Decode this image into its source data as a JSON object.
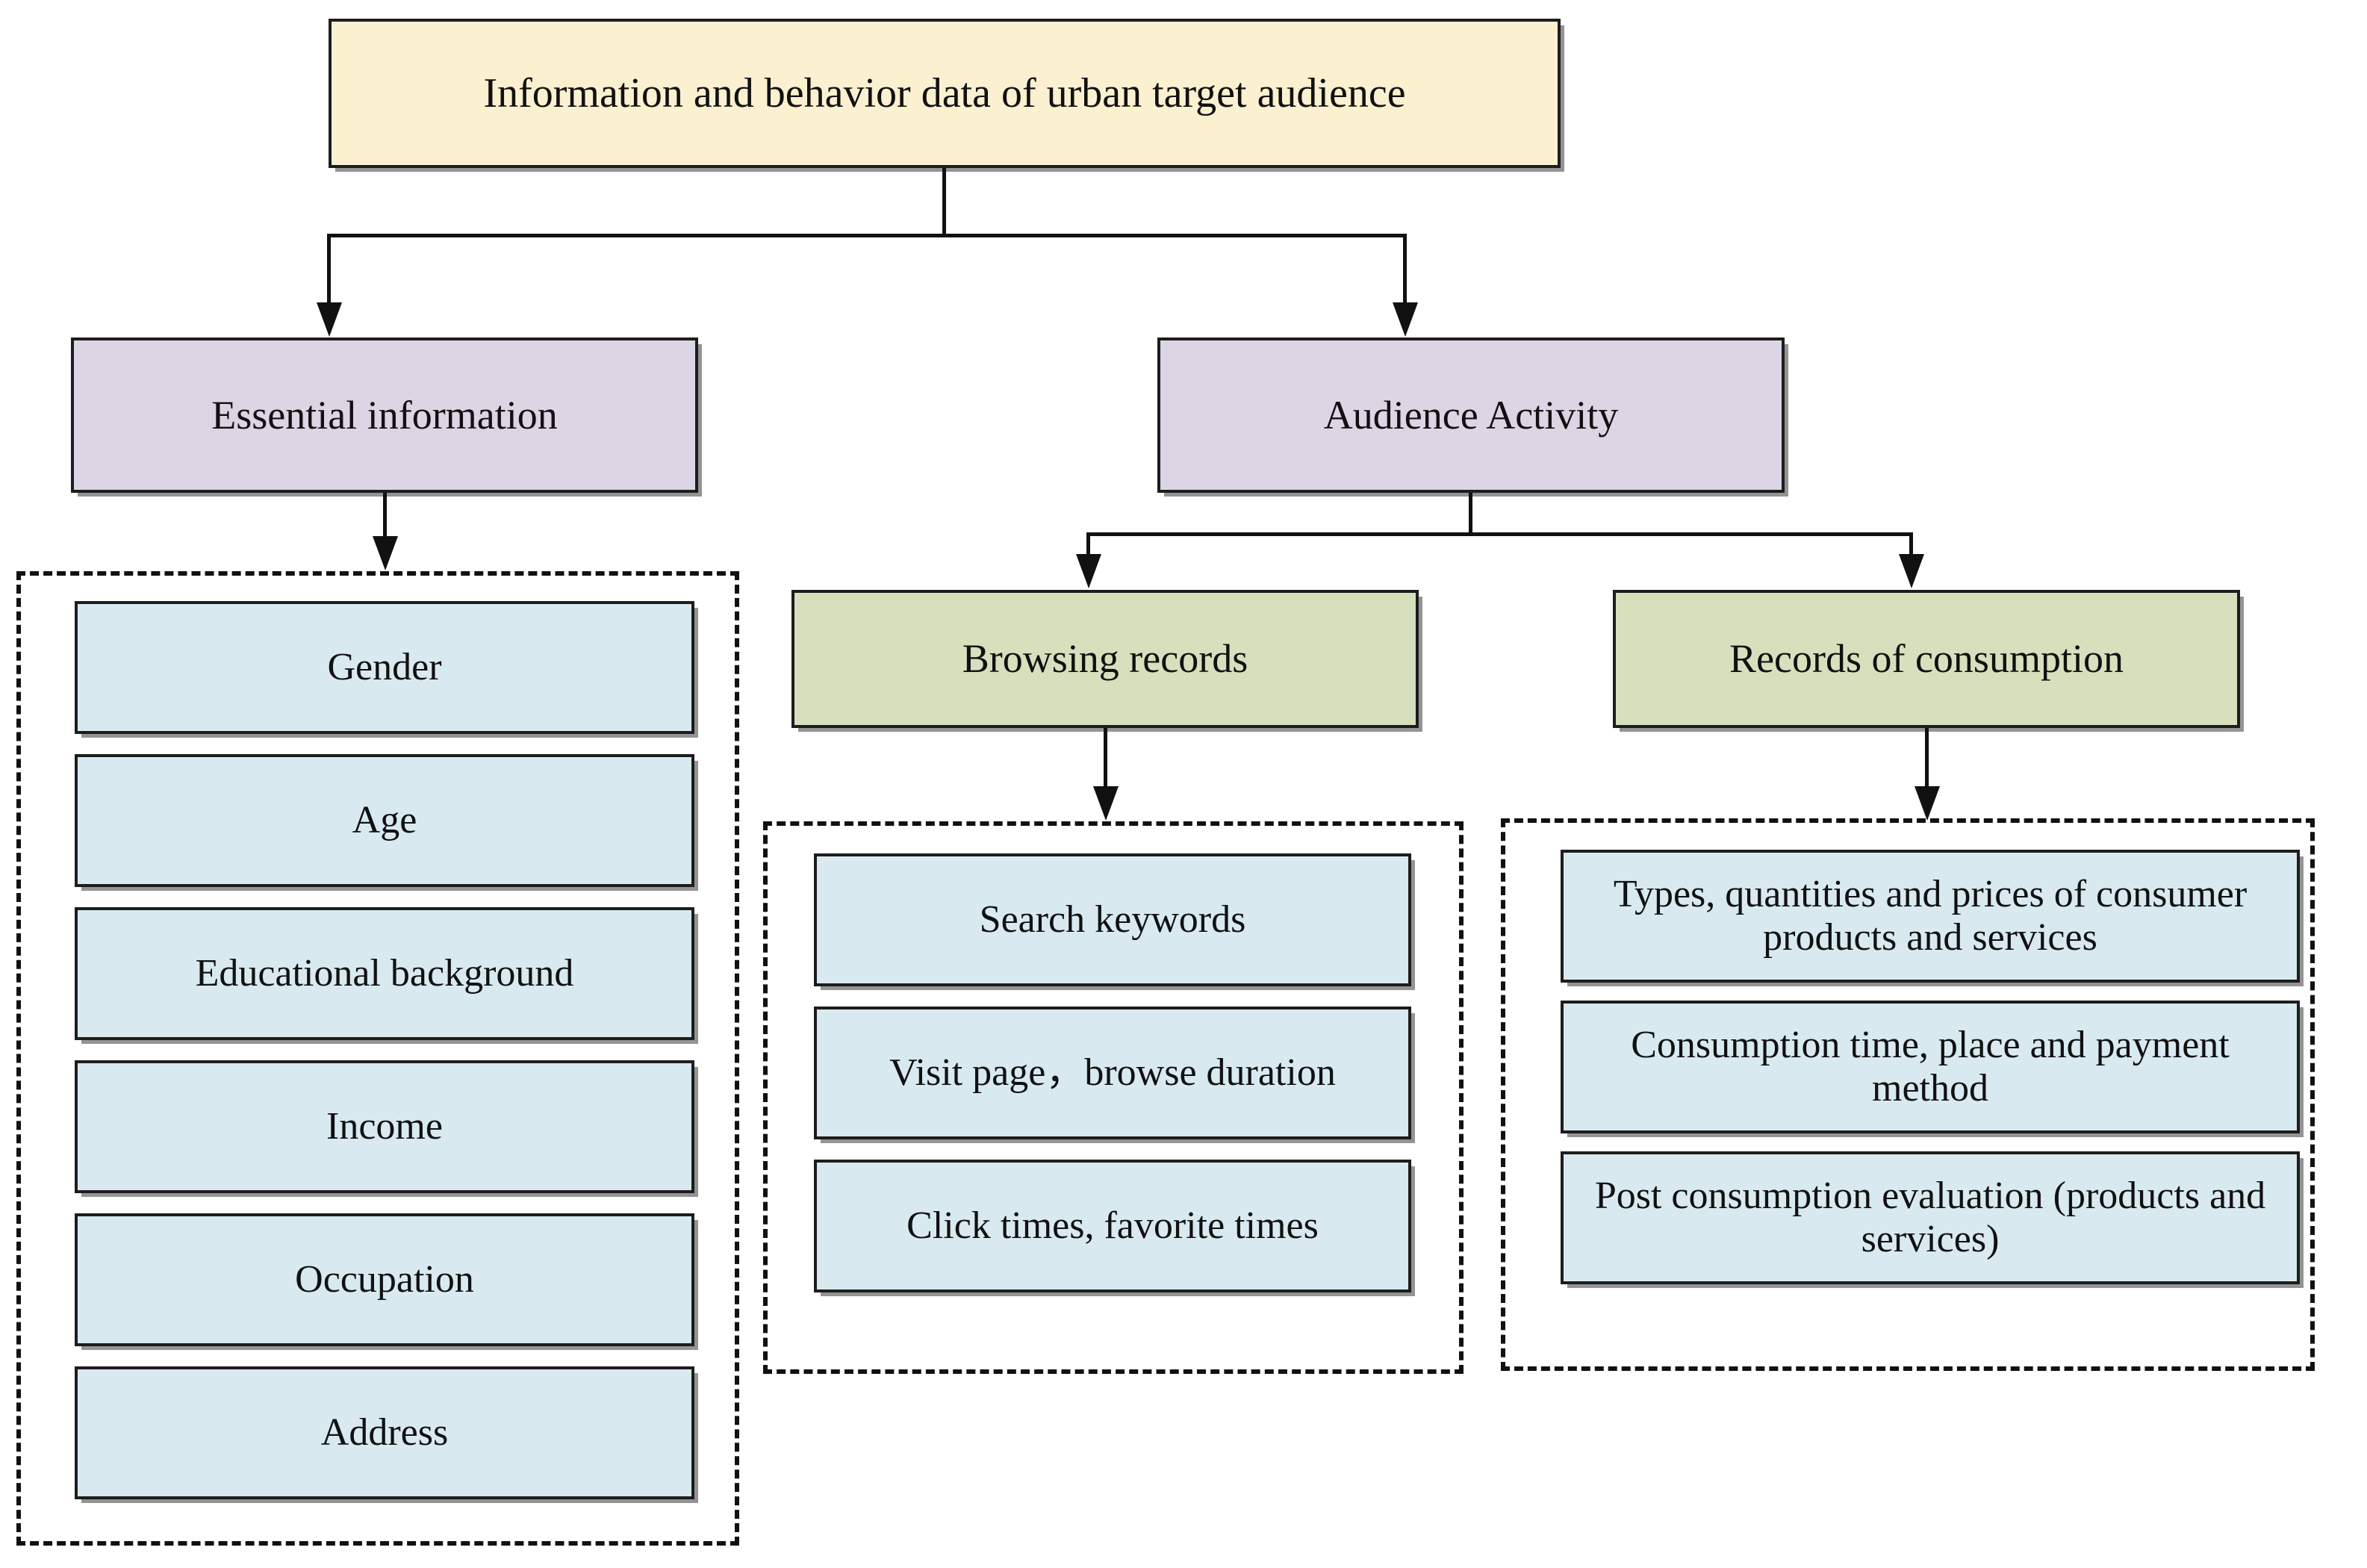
{
  "diagram": {
    "title": "Information and behavior data of urban target audience",
    "root": {
      "label": "Information and behavior data of urban target audience"
    },
    "branches": [
      {
        "label": "Essential information",
        "children_container": "dashed-group",
        "items": [
          {
            "label": "Gender"
          },
          {
            "label": "Age"
          },
          {
            "label": "Educational background"
          },
          {
            "label": "Income"
          },
          {
            "label": "Occupation"
          },
          {
            "label": "Address"
          }
        ]
      },
      {
        "label": "Audience Activity",
        "subbranches": [
          {
            "label": "Browsing records",
            "items": [
              {
                "label": "Search keywords"
              },
              {
                "label": "Visit page，browse duration"
              },
              {
                "label": "Click times, favorite times"
              }
            ]
          },
          {
            "label": "Records of consumption",
            "items": [
              {
                "label": "Types, quantities and prices of consumer products and services"
              },
              {
                "label": "Consumption time, place and payment method"
              },
              {
                "label": "Post consumption evaluation (products and services)"
              }
            ]
          }
        ]
      }
    ],
    "colors": {
      "root_fill": "#fbf0d0",
      "level2_fill": "#dcd5e4",
      "level3_fill": "#d7e0bd",
      "leaf_fill": "#d9e9f0",
      "stroke": "#1d1d1d",
      "background": "#ffffff"
    }
  }
}
